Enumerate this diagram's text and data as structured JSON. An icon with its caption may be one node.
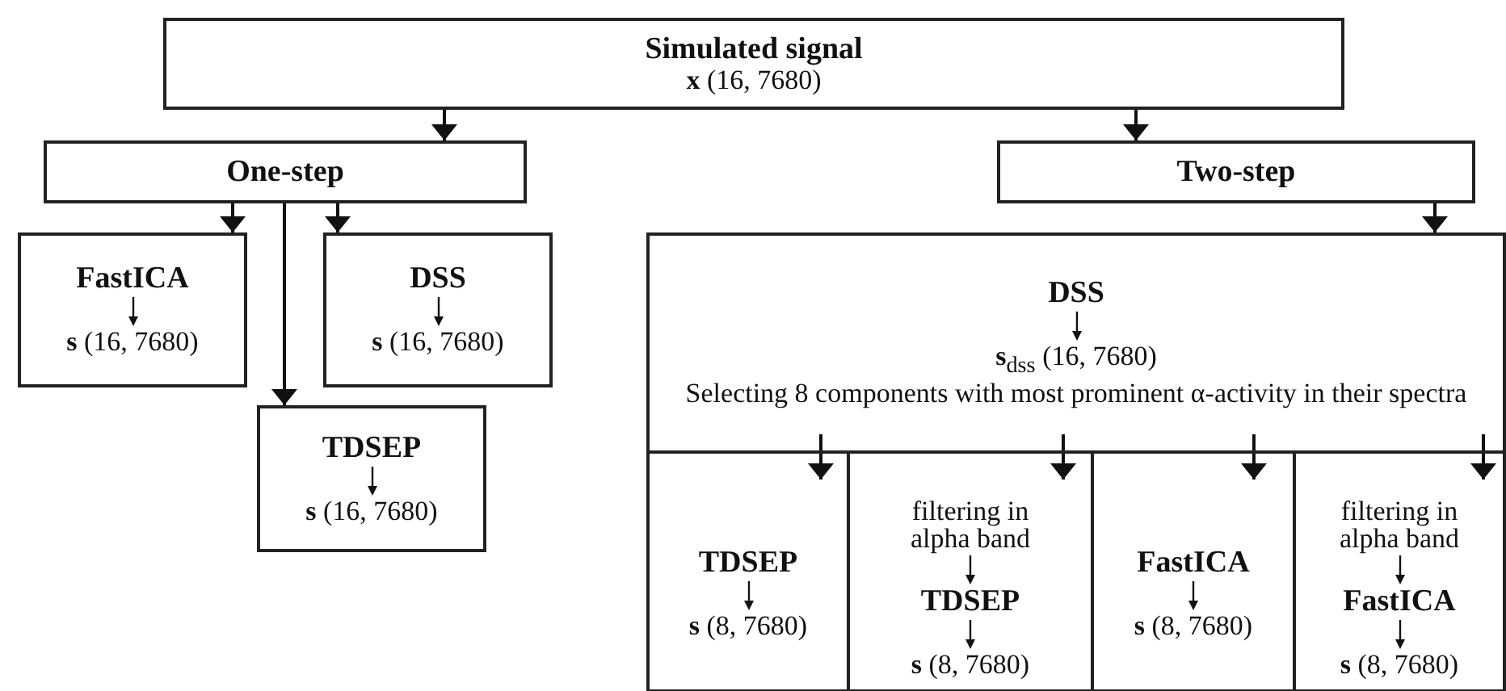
{
  "diagram": {
    "nodes": [
      {
        "text": [
          "Simulated signal",
          "**x** (16, 7680)"
        ]
      },
      {
        "text": [
          "One-step"
        ]
      },
      {
        "text": [
          "Two-step"
        ]
      },
      {
        "text": [
          "FastICA",
          "**s** (16, 7680)"
        ]
      },
      {
        "text": [
          "DSS",
          "**s** (16, 7680)"
        ]
      },
      {
        "text": [
          "TDSEP",
          "**s** (16, 7680)"
        ]
      },
      {
        "text": [
          "DSS",
          "**s**$_{dss}$ (16, 7680)",
          "Selecting 8 components with most prominent α-activity in their spectra"
        ]
      },
      {
        "text": [
          "TDSEP",
          "**s** (8, 7680)"
        ]
      },
      {
        "text": [
          "filtering in alpha band",
          "TDSEP",
          "**s** (8, 7680)"
        ]
      },
      {
        "text": [
          "FastICA",
          "**s** (8, 7680)"
        ]
      },
      {
        "text": [
          "filtering in alpha band",
          "FastICA",
          "**s** (8, 7680)"
        ]
      }
    ],
    "edges": [
      {
        "from": 0,
        "to": 1,
        "arrow": "to"
      },
      {
        "from": 0,
        "to": 2,
        "arrow": "to"
      },
      {
        "from": 1,
        "to": 3,
        "arrow": "to"
      },
      {
        "from": 1,
        "to": 5,
        "arrow": "to"
      },
      {
        "from": 1,
        "to": 4,
        "arrow": "to"
      },
      {
        "from": 2,
        "to": 6,
        "arrow": "to"
      },
      {
        "from": 6,
        "to": 7,
        "arrow": "to"
      },
      {
        "from": 6,
        "to": 8,
        "arrow": "to"
      },
      {
        "from": 6,
        "to": 9,
        "arrow": "to"
      },
      {
        "from": 6,
        "to": 10,
        "arrow": "to"
      }
    ]
  }
}
